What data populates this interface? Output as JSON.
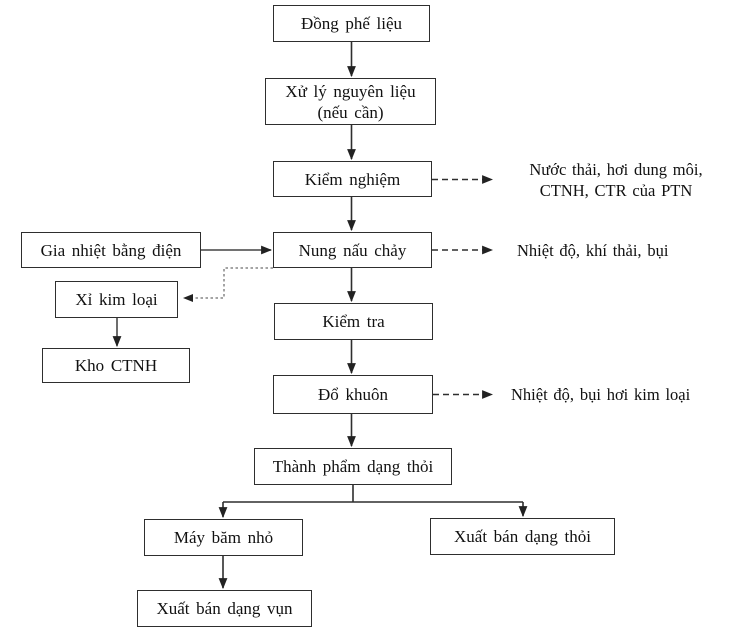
{
  "diagram": {
    "type": "flowchart",
    "language": "vi",
    "nodes": {
      "scrap": {
        "label": "Đồng phế liệu"
      },
      "pretreat": {
        "label": "Xử lý nguyên liệu",
        "sublabel": "(nếu cần)"
      },
      "test": {
        "label": "Kiểm nghiệm"
      },
      "melt": {
        "label": "Nung nấu chảy"
      },
      "heat": {
        "label": "Gia nhiệt bằng điện"
      },
      "slag": {
        "label": "Xỉ kim loại"
      },
      "warehouse": {
        "label": "Kho CTNH"
      },
      "check": {
        "label": "Kiểm tra"
      },
      "cast": {
        "label": "Đổ khuôn"
      },
      "ingot": {
        "label": "Thành phẩm dạng thỏi"
      },
      "shred": {
        "label": "Máy băm nhỏ"
      },
      "sell_ingot": {
        "label": "Xuất bán dạng thỏi"
      },
      "sell_chip": {
        "label": "Xuất bán dạng vụn"
      }
    },
    "emissions": {
      "test_out_line1": "Nước thải, hơi dung môi,",
      "test_out_line2": "CTNH, CTR của PTN",
      "melt_out": "Nhiệt độ, khí thải, bụi",
      "cast_out": "Nhiệt độ, bụi hơi kim loại"
    },
    "colors": {
      "border": "#2e2e2e",
      "line": "#2e2e2e",
      "text": "#111111",
      "background": "#ffffff"
    }
  }
}
